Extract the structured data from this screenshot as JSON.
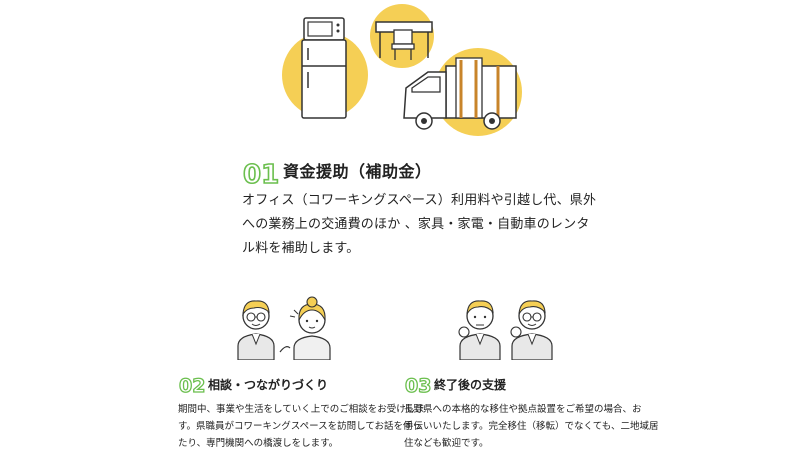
{
  "colors": {
    "accent_green": "#6bbf4e",
    "accent_yellow": "#f5cf55",
    "text": "#222222"
  },
  "section1": {
    "number": "01",
    "title": "資金援助（補助金）",
    "lines": [
      "オフィス（コワーキングスペース）利用料や引越し代、県外",
      "への業務上の交通費のほか 、家具・家電・自動車のレンタ",
      "ル料を補助します。"
    ]
  },
  "section2": {
    "number": "02",
    "title": "相談・つながりづくり",
    "lines": [
      "期間中、事業や生活をしていく上でのご相談をお受けしま",
      "す。県職員がコワーキングスペースを訪問してお話を伺っ",
      "たり、専門機関への橋渡しをします。"
    ]
  },
  "section3": {
    "number": "03",
    "title": "終了後の支援",
    "lines": [
      "長野県への本格的な移住や拠点設置をご希望の場合、お",
      "手伝いいたします。完全移住（移転）でなくても、二地域居",
      "住なども歓迎です。"
    ]
  },
  "icons": [
    "refrigerator-microwave-illustration",
    "desk-chair-illustration",
    "moving-truck-illustration",
    "consulting-people-illustration",
    "support-people-illustration"
  ]
}
